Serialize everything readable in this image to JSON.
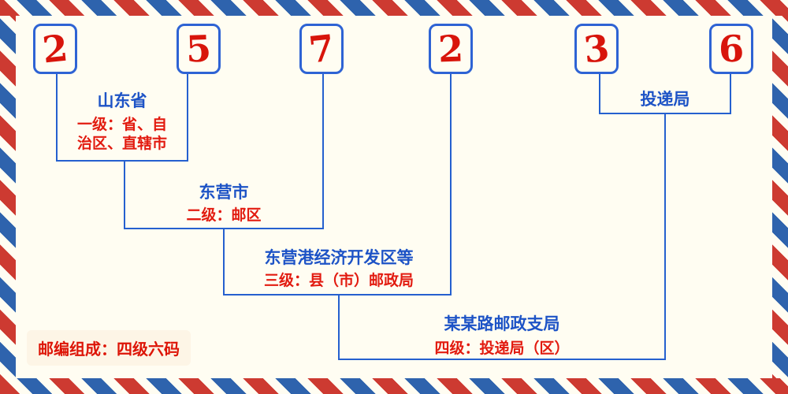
{
  "digits": [
    "2",
    "5",
    "7",
    "2",
    "3",
    "6"
  ],
  "levels": {
    "level1": {
      "name": "山东省",
      "desc1": "一级：省、自",
      "desc2": "治区、直辖市"
    },
    "level2": {
      "name": "东营市",
      "desc": "二级：邮区"
    },
    "level3": {
      "name": "东营港经济开发区等",
      "desc": "三级：县（市）邮政局"
    },
    "level4": {
      "name": "某某路邮政支局",
      "desc": "四级：投递局（区）"
    },
    "delivery": {
      "name": "投递局"
    }
  },
  "footer": {
    "note": "邮编组成：四级六码"
  },
  "colors": {
    "digit_red": "#d8150b",
    "label_blue": "#1d53c6",
    "desc_red": "#e21b10",
    "line_blue": "#2560cf",
    "stripe_red": "#cd3a31",
    "stripe_blue": "#2e63ad",
    "background": "#fffdf2",
    "note_background": "#fdf5e6"
  }
}
